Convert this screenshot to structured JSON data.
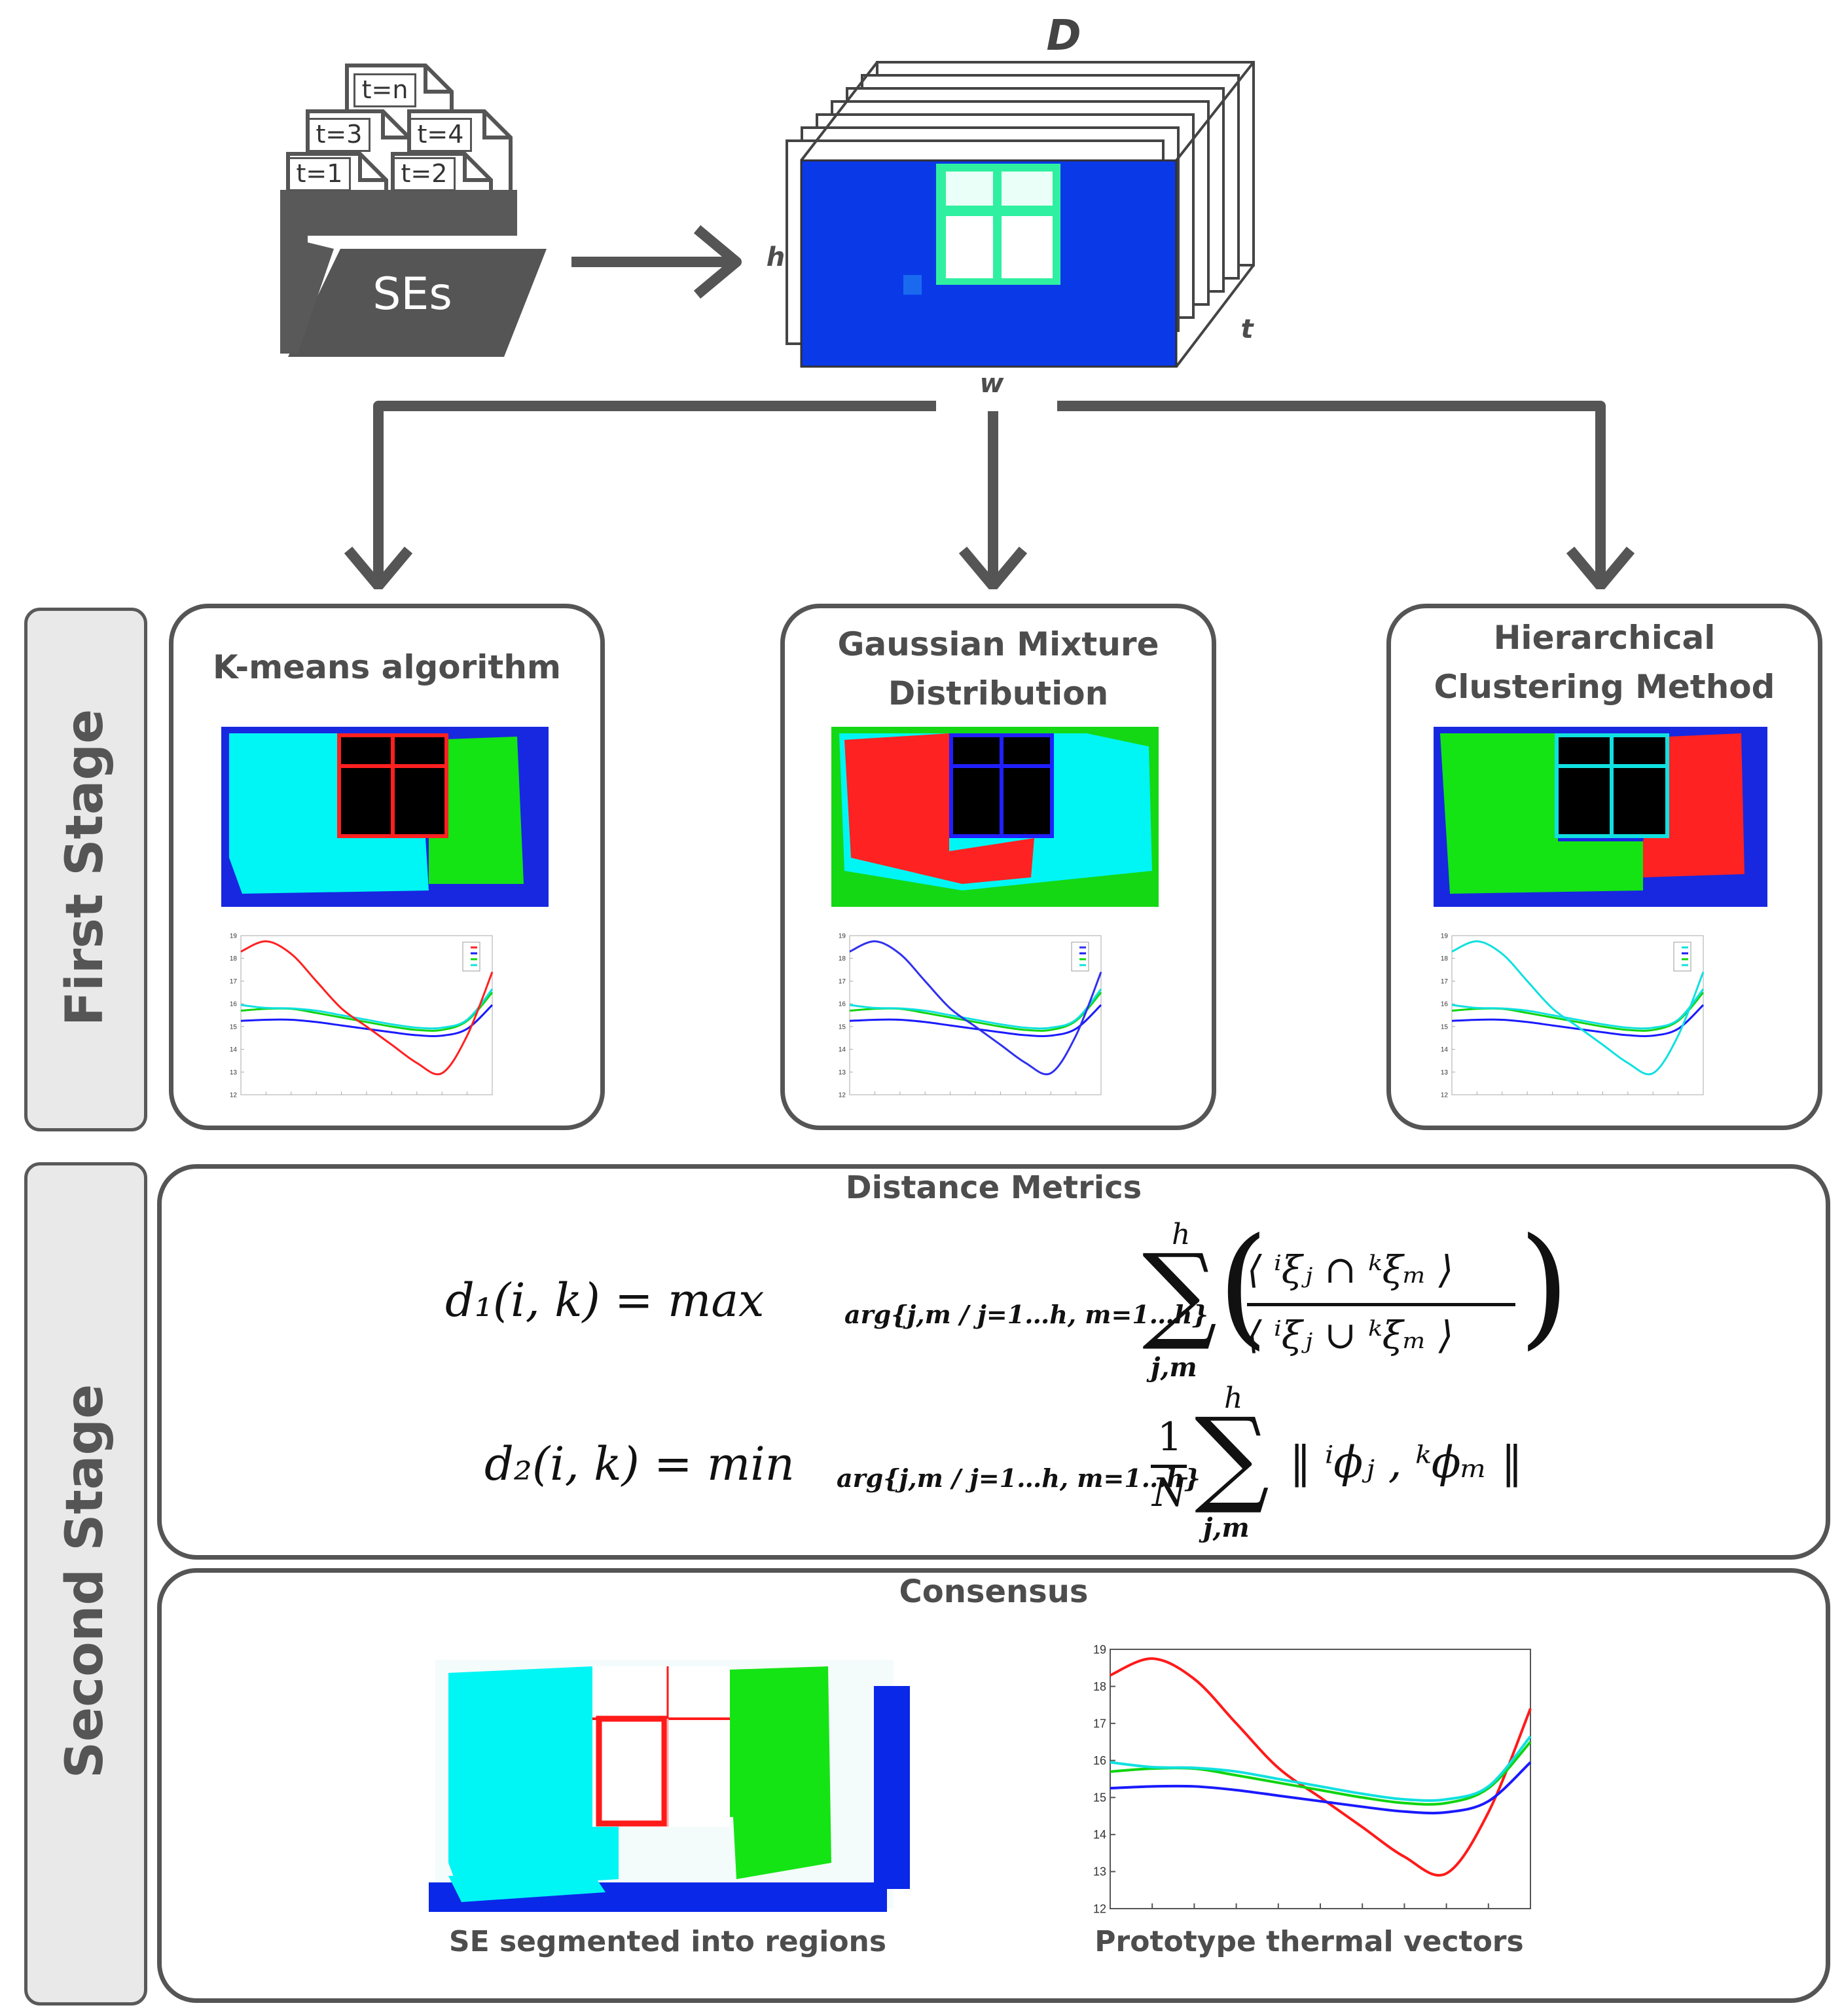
{
  "top": {
    "folder_label": "SEs",
    "file_tags": [
      "t=1",
      "t=2",
      "t=3",
      "t=4",
      "t=n"
    ],
    "cube_title": "D",
    "cube_axis_h": "h",
    "cube_axis_w": "w",
    "cube_axis_t": "t"
  },
  "stages": {
    "first": "First Stage",
    "second": "Second Stage"
  },
  "methods": [
    {
      "title_line1": "K-means algorithm",
      "title_line2": "",
      "peak_color": "#ff2020"
    },
    {
      "title_line1": "Gaussian Mixture",
      "title_line2": "Distribution",
      "peak_color": "#3030ee"
    },
    {
      "title_line1": "Hierarchical",
      "title_line2": "Clustering Method",
      "peak_color": "#10e0e0"
    }
  ],
  "distance": {
    "title": "Distance Metrics",
    "d1_lhs": "d₁(i, k) = max",
    "d1_sub": "arg{j,m / j=1…h, m=1…h}",
    "d1_sum_top": "h",
    "d1_sum_bottom": "j,m",
    "d1_num": "⟨ ⁱξⱼ  ∩  ᵏξₘ ⟩",
    "d1_den": "⟨ ⁱξⱼ  ∪  ᵏξₘ ⟩",
    "d2_lhs": "d₂(i, k) = min",
    "d2_sub": "arg{j,m / j=1…h, m=1…h}",
    "d2_frac_num": "1",
    "d2_frac_den": "N",
    "d2_sum_top": "h",
    "d2_sum_bottom": "j,m",
    "d2_body": "‖ ⁱϕⱼ , ᵏϕₘ ‖"
  },
  "consensus": {
    "title": "Consensus",
    "seg_caption": "SE segmented into regions",
    "plot_caption": "Prototype thermal vectors"
  },
  "chart_data": {
    "type": "line",
    "title": "",
    "xlabel": "",
    "ylabel": "",
    "ylim": [
      12,
      19
    ],
    "y_ticks": [
      "12",
      "13",
      "14",
      "15",
      "16",
      "17",
      "18",
      "19"
    ],
    "x": [
      0,
      1,
      2,
      3,
      4,
      5,
      6,
      7,
      8,
      9,
      10
    ],
    "series": [
      {
        "color": "#ff1a1a",
        "values": [
          18.3,
          18.75,
          18.2,
          17.0,
          15.8,
          15.0,
          14.2,
          13.4,
          12.95,
          14.6,
          17.4
        ]
      },
      {
        "color": "#1a1aff",
        "values": [
          15.25,
          15.3,
          15.3,
          15.2,
          15.05,
          14.9,
          14.75,
          14.62,
          14.6,
          14.9,
          15.95
        ]
      },
      {
        "color": "#10d410",
        "values": [
          15.7,
          15.78,
          15.78,
          15.6,
          15.4,
          15.2,
          15.0,
          14.85,
          14.85,
          15.25,
          16.5
        ]
      },
      {
        "color": "#10e0e0",
        "values": [
          15.95,
          15.82,
          15.8,
          15.7,
          15.5,
          15.3,
          15.1,
          14.95,
          14.95,
          15.3,
          16.65
        ]
      }
    ]
  }
}
